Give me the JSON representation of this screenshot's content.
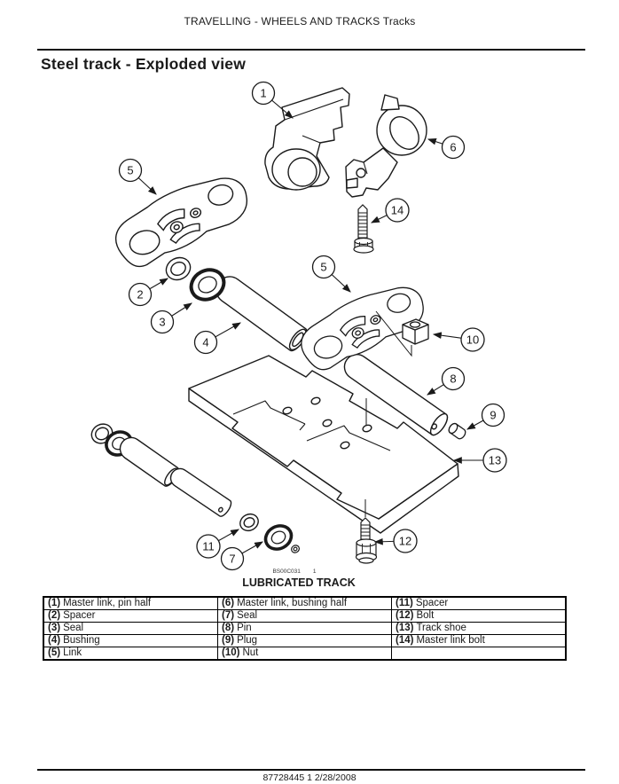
{
  "page": {
    "breadcrumb": "TRAVELLING - WHEELS AND TRACKS Tracks",
    "title": "Steel track - Exploded view",
    "footer": "87728445 1 2/28/2008"
  },
  "figure": {
    "ref": "BS00C031",
    "fig_num": "1",
    "caption": "LUBRICATED TRACK",
    "callouts": [
      "1",
      "6",
      "14",
      "5",
      "2",
      "3",
      "4",
      "5",
      "10",
      "8",
      "9",
      "13",
      "11",
      "7",
      "12"
    ]
  },
  "parts": [
    {
      "num": "(1)",
      "label": "Master link, pin half"
    },
    {
      "num": "(2)",
      "label": "Spacer"
    },
    {
      "num": "(3)",
      "label": "Seal"
    },
    {
      "num": "(4)",
      "label": "Bushing"
    },
    {
      "num": "(5)",
      "label": "Link"
    },
    {
      "num": "(6)",
      "label": "Master link, bushing half"
    },
    {
      "num": "(7)",
      "label": "Seal"
    },
    {
      "num": "(8)",
      "label": "Pin"
    },
    {
      "num": "(9)",
      "label": "Plug"
    },
    {
      "num": "(10)",
      "label": "Nut"
    },
    {
      "num": "(11)",
      "label": "Spacer"
    },
    {
      "num": "(12)",
      "label": "Bolt"
    },
    {
      "num": "(13)",
      "label": "Track shoe"
    },
    {
      "num": "(14)",
      "label": "Master link bolt"
    }
  ],
  "colors": {
    "ink": "#1a1a1a",
    "paper": "#ffffff"
  }
}
